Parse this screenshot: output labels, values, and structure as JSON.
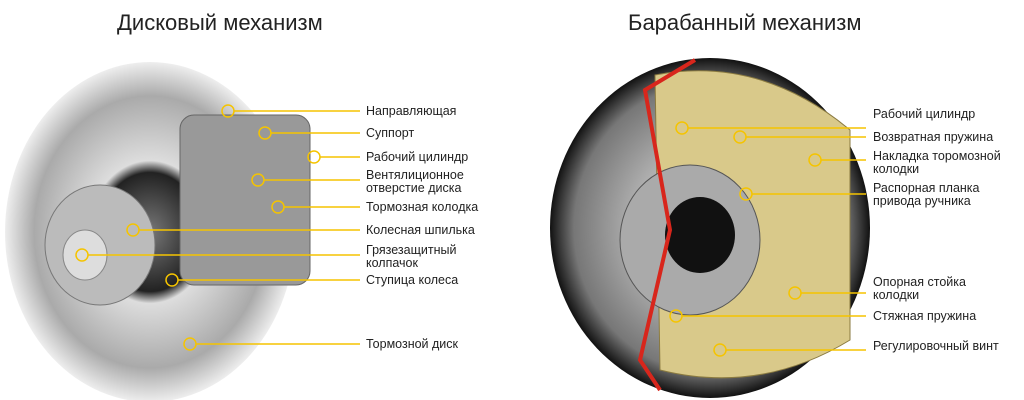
{
  "disc": {
    "title": "Дисковый механизм",
    "labels": [
      "Направляющая",
      "Суппорт",
      "Рабочий цилиндр",
      "Вентялиционное отверстие диска",
      "Тормозная колодка",
      "Колесная шпилька",
      "Грязезащитный колпачок",
      "Ступица колеса",
      "Тормозной диск"
    ]
  },
  "drum": {
    "title": "Барабанный механизм",
    "labels": [
      "Рабочий цилиндр",
      "Возвратная пружина",
      "Накладка торомозной колодки",
      "Распорная планка привода ручника",
      "Опорная стойка колодки",
      "Стяжная пружина",
      "Регулировочный винт"
    ]
  },
  "colors": {
    "callout": "#f5c400",
    "cut": "#d8261c"
  }
}
